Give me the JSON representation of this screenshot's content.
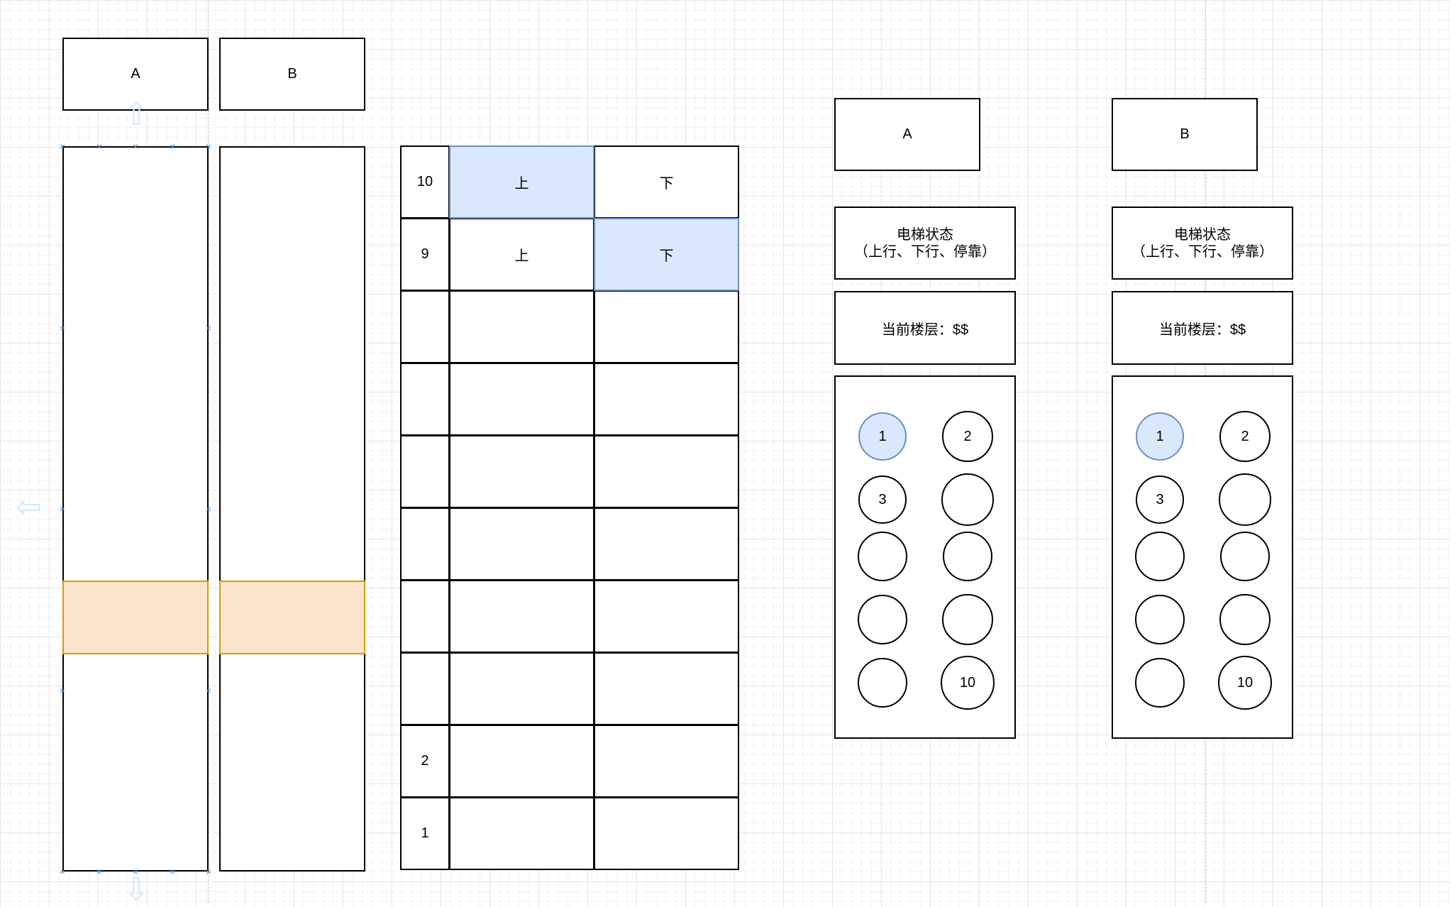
{
  "shafts": {
    "a_label": "A",
    "b_label": "B"
  },
  "floor_table": {
    "rows": [
      {
        "floor": "10",
        "up": "上",
        "down": "下",
        "up_active": true,
        "down_active": false
      },
      {
        "floor": "9",
        "up": "上",
        "down": "下",
        "up_active": false,
        "down_active": true
      },
      {
        "floor": "",
        "up": "",
        "down": "",
        "up_active": false,
        "down_active": false
      },
      {
        "floor": "",
        "up": "",
        "down": "",
        "up_active": false,
        "down_active": false
      },
      {
        "floor": "",
        "up": "",
        "down": "",
        "up_active": false,
        "down_active": false
      },
      {
        "floor": "",
        "up": "",
        "down": "",
        "up_active": false,
        "down_active": false
      },
      {
        "floor": "",
        "up": "",
        "down": "",
        "up_active": false,
        "down_active": false
      },
      {
        "floor": "",
        "up": "",
        "down": "",
        "up_active": false,
        "down_active": false
      },
      {
        "floor": "2",
        "up": "",
        "down": "",
        "up_active": false,
        "down_active": false
      },
      {
        "floor": "1",
        "up": "",
        "down": "",
        "up_active": false,
        "down_active": false
      }
    ]
  },
  "panels": [
    {
      "name": "A",
      "status_line1": "电梯状态",
      "status_line2": "（上行、下行、停靠）",
      "current_floor": "当前楼层：$$",
      "buttons": [
        "1",
        "2",
        "3",
        "",
        "",
        "",
        "",
        "",
        "",
        "10"
      ],
      "active_button": "1"
    },
    {
      "name": "B",
      "status_line1": "电梯状态",
      "status_line2": "（上行、下行、停靠）",
      "current_floor": "当前楼层：$$",
      "buttons": [
        "1",
        "2",
        "3",
        "",
        "",
        "",
        "",
        "",
        "",
        "10"
      ],
      "active_button": "1"
    }
  ],
  "colors": {
    "active_fill": "#dae8fc",
    "active_stroke": "#6c8ebf",
    "car_fill": "#fbe6cd",
    "car_stroke": "#d79b00",
    "selection_handle": "#3a8fd8"
  }
}
